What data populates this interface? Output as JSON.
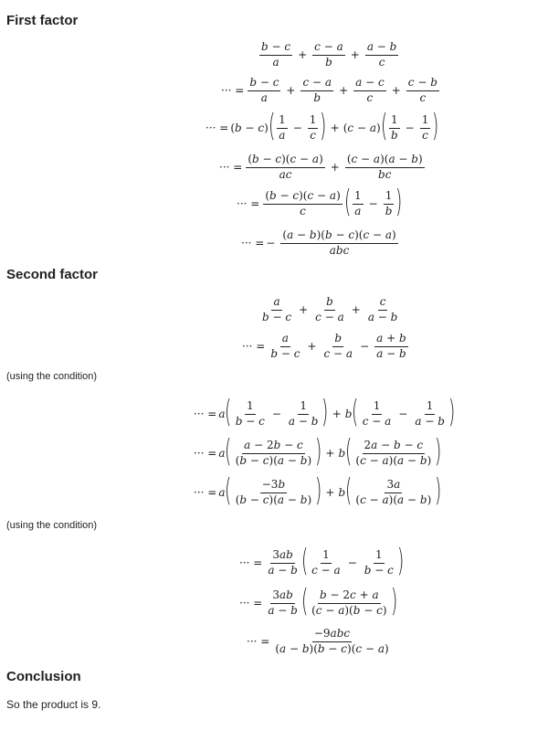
{
  "sections": {
    "first_factor": "First factor",
    "second_factor": "Second factor",
    "conclusion": "Conclusion"
  },
  "notes": {
    "condition_1": "(using the condition)",
    "condition_2": "(using the condition)",
    "conclusion_text": "So the product is 9."
  },
  "symbols": {
    "dots_eq": "··· =",
    "minus": "−",
    "plus": "+"
  }
}
